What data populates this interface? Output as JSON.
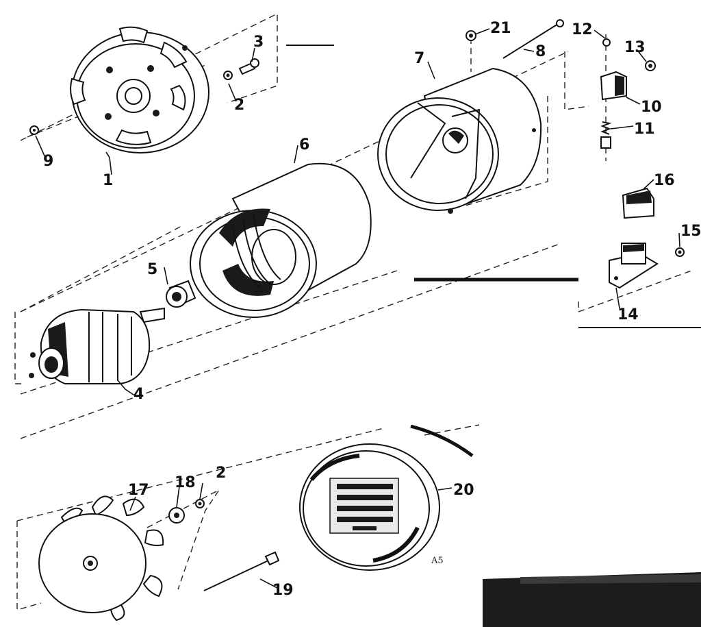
{
  "callouts": {
    "p1": "1",
    "p2a": "2",
    "p3": "3",
    "p4": "4",
    "p5": "5",
    "p6": "6",
    "p7": "7",
    "p8": "8",
    "p9": "9",
    "p10": "10",
    "p11": "11",
    "p12": "12",
    "p13": "13",
    "p14": "14",
    "p15": "15",
    "p16": "16",
    "p17": "17",
    "p18": "18",
    "p2b": "2",
    "p19": "19",
    "p20": "20",
    "p21": "21"
  },
  "plate_code": "A5",
  "colors": {
    "ink": "#111111",
    "paper": "#ffffff"
  }
}
